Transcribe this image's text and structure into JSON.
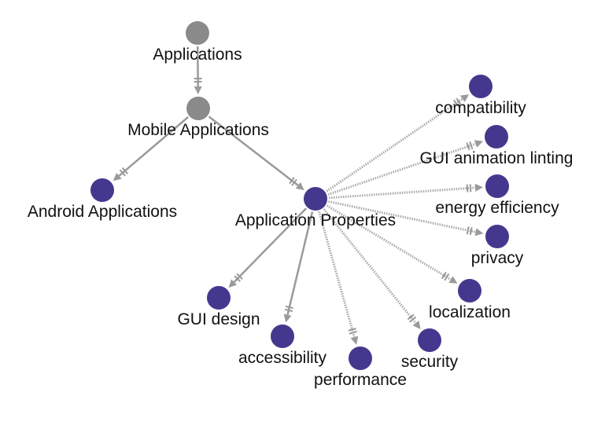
{
  "colors": {
    "concept_node": "#8a8a8a",
    "property_node": "#44388e",
    "edge": "#9a9a9a",
    "label": "#111111"
  },
  "nodes": [
    {
      "id": "applications",
      "label": "Applications",
      "kind": "concept"
    },
    {
      "id": "mobile-applications",
      "label": "Mobile Applications",
      "kind": "concept"
    },
    {
      "id": "android-applications",
      "label": "Android Applications",
      "kind": "property"
    },
    {
      "id": "application-properties",
      "label": "Application Properties",
      "kind": "property"
    },
    {
      "id": "compatibility",
      "label": "compatibility",
      "kind": "property"
    },
    {
      "id": "gui-animation-linting",
      "label": "GUI animation linting",
      "kind": "property"
    },
    {
      "id": "energy-efficiency",
      "label": "energy efficiency",
      "kind": "property"
    },
    {
      "id": "privacy",
      "label": "privacy",
      "kind": "property"
    },
    {
      "id": "localization",
      "label": "localization",
      "kind": "property"
    },
    {
      "id": "security",
      "label": "security",
      "kind": "property"
    },
    {
      "id": "performance",
      "label": "performance",
      "kind": "property"
    },
    {
      "id": "accessibility",
      "label": "accessibility",
      "kind": "property"
    },
    {
      "id": "gui-design",
      "label": "GUI design",
      "kind": "property"
    }
  ],
  "edges": [
    {
      "from": "applications",
      "to": "mobile-applications",
      "style": "solid"
    },
    {
      "from": "mobile-applications",
      "to": "android-applications",
      "style": "solid"
    },
    {
      "from": "mobile-applications",
      "to": "application-properties",
      "style": "solid"
    },
    {
      "from": "application-properties",
      "to": "compatibility",
      "style": "dotted"
    },
    {
      "from": "application-properties",
      "to": "gui-animation-linting",
      "style": "dotted"
    },
    {
      "from": "application-properties",
      "to": "energy-efficiency",
      "style": "dotted"
    },
    {
      "from": "application-properties",
      "to": "privacy",
      "style": "dotted"
    },
    {
      "from": "application-properties",
      "to": "localization",
      "style": "dotted"
    },
    {
      "from": "application-properties",
      "to": "security",
      "style": "dotted"
    },
    {
      "from": "application-properties",
      "to": "performance",
      "style": "dotted"
    },
    {
      "from": "application-properties",
      "to": "accessibility",
      "style": "solid"
    },
    {
      "from": "application-properties",
      "to": "gui-design",
      "style": "solid"
    }
  ]
}
